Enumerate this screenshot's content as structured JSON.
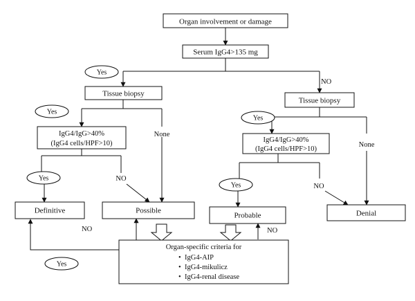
{
  "nodes": {
    "organ_involvement": "Organ involvement or damage",
    "serum_igg4": "Serum IgG4>135 mg",
    "tissue_biopsy_left": "Tissue biopsy",
    "tissue_biopsy_right": "Tissue biopsy",
    "ratio_left_line1": "IgG4/IgG>40%",
    "ratio_left_line2": "(IgG4 cells/HPF>10)",
    "ratio_right_line1": "IgG4/IgG>40%",
    "ratio_right_line2": "(IgG4 cells/HPF>10)",
    "definitive": "Definitive",
    "possible": "Possible",
    "probable": "Probable",
    "denial": "Denial",
    "criteria_title": "Organ-specific criteria for",
    "criteria_items": [
      "IgG4-AIP",
      "IgG4-mikulicz",
      "IgG4-renal disease"
    ]
  },
  "labels": {
    "yes_serum": "Yes",
    "no_serum": "NO",
    "yes_biopsy_left": "Yes",
    "none_left": "None",
    "yes_biopsy_right": "Yes",
    "none_right": "None",
    "yes_ratio_left": "Yes",
    "no_ratio_left": "NO",
    "yes_ratio_right": "Yes",
    "no_ratio_right": "NO",
    "no_definitive": "NO",
    "no_probable": "NO",
    "yes_criteria": "Yes"
  },
  "symbols": {
    "bullet": "•"
  },
  "colors": {
    "stroke": "#111111",
    "background": "#ffffff"
  }
}
